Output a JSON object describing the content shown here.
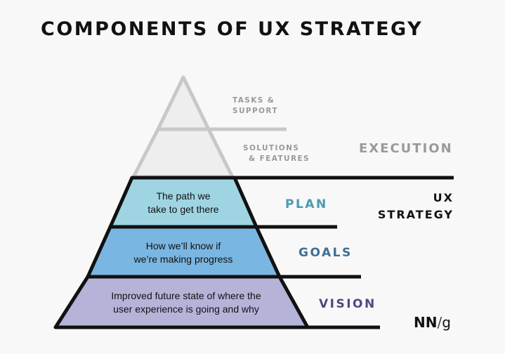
{
  "title": "COMPONENTS OF UX STRATEGY",
  "execution": {
    "label": "EXECUTION",
    "tasks_line1": "TASKS &",
    "tasks_line2": "SUPPORT",
    "solutions_line1": "SOLUTIONS",
    "solutions_line2": "& FEATURES"
  },
  "ux_strategy": {
    "line1": "UX",
    "line2": "STRATEGY"
  },
  "levels": [
    {
      "name": "PLAN",
      "line1": "The path we",
      "line2": "take to get there",
      "fill": "#9fd5e3",
      "text_color": "#4a9ab0"
    },
    {
      "name": "GOALS",
      "line1": "How we’ll know if",
      "line2": "we’re making progress",
      "fill": "#7ab6e2",
      "text_color": "#3d6f94"
    },
    {
      "name": "VISION",
      "line1": "Improved future state of where the",
      "line2": "user experience is going and why",
      "fill": "#b6b3d9",
      "text_color": "#4b4a86"
    }
  ],
  "logo": {
    "main": "NN",
    "slash": "/",
    "g": "g"
  },
  "colors": {
    "outline": "#111111",
    "execution_gray": "#c8c8c8",
    "execution_fill": "#eeeeee"
  }
}
